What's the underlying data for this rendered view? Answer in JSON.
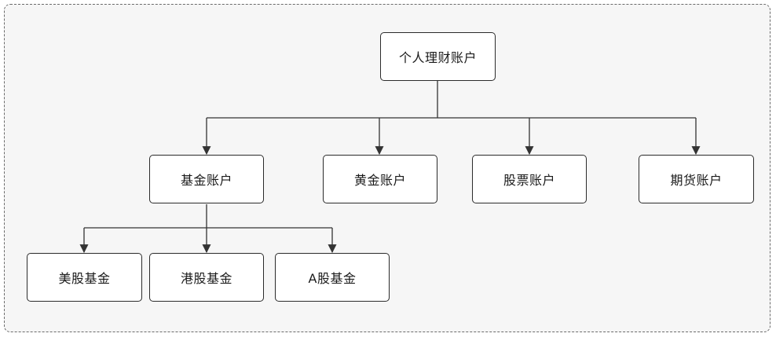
{
  "diagram": {
    "type": "tree",
    "root": {
      "id": "root",
      "label": "个人理财账户"
    },
    "level1": [
      {
        "id": "fund",
        "label": "基金账户"
      },
      {
        "id": "gold",
        "label": "黄金账户"
      },
      {
        "id": "stock",
        "label": "股票账户"
      },
      {
        "id": "futures",
        "label": "期货账户"
      }
    ],
    "level2": [
      {
        "id": "us-fund",
        "label": "美股基金",
        "parent": "fund"
      },
      {
        "id": "hk-fund",
        "label": "港股基金",
        "parent": "fund"
      },
      {
        "id": "a-fund",
        "label": "A股基金",
        "parent": "fund"
      }
    ],
    "edges": [
      [
        "root",
        "fund"
      ],
      [
        "root",
        "gold"
      ],
      [
        "root",
        "stock"
      ],
      [
        "root",
        "futures"
      ],
      [
        "fund",
        "us-fund"
      ],
      [
        "fund",
        "hk-fund"
      ],
      [
        "fund",
        "a-fund"
      ]
    ]
  },
  "colors": {
    "frame_border": "#6b6b6b",
    "frame_fill": "#f6f6f6",
    "node_border": "#2b2b2b",
    "node_fill": "#ffffff",
    "connector": "#333333",
    "text": "#1a1a1a"
  }
}
